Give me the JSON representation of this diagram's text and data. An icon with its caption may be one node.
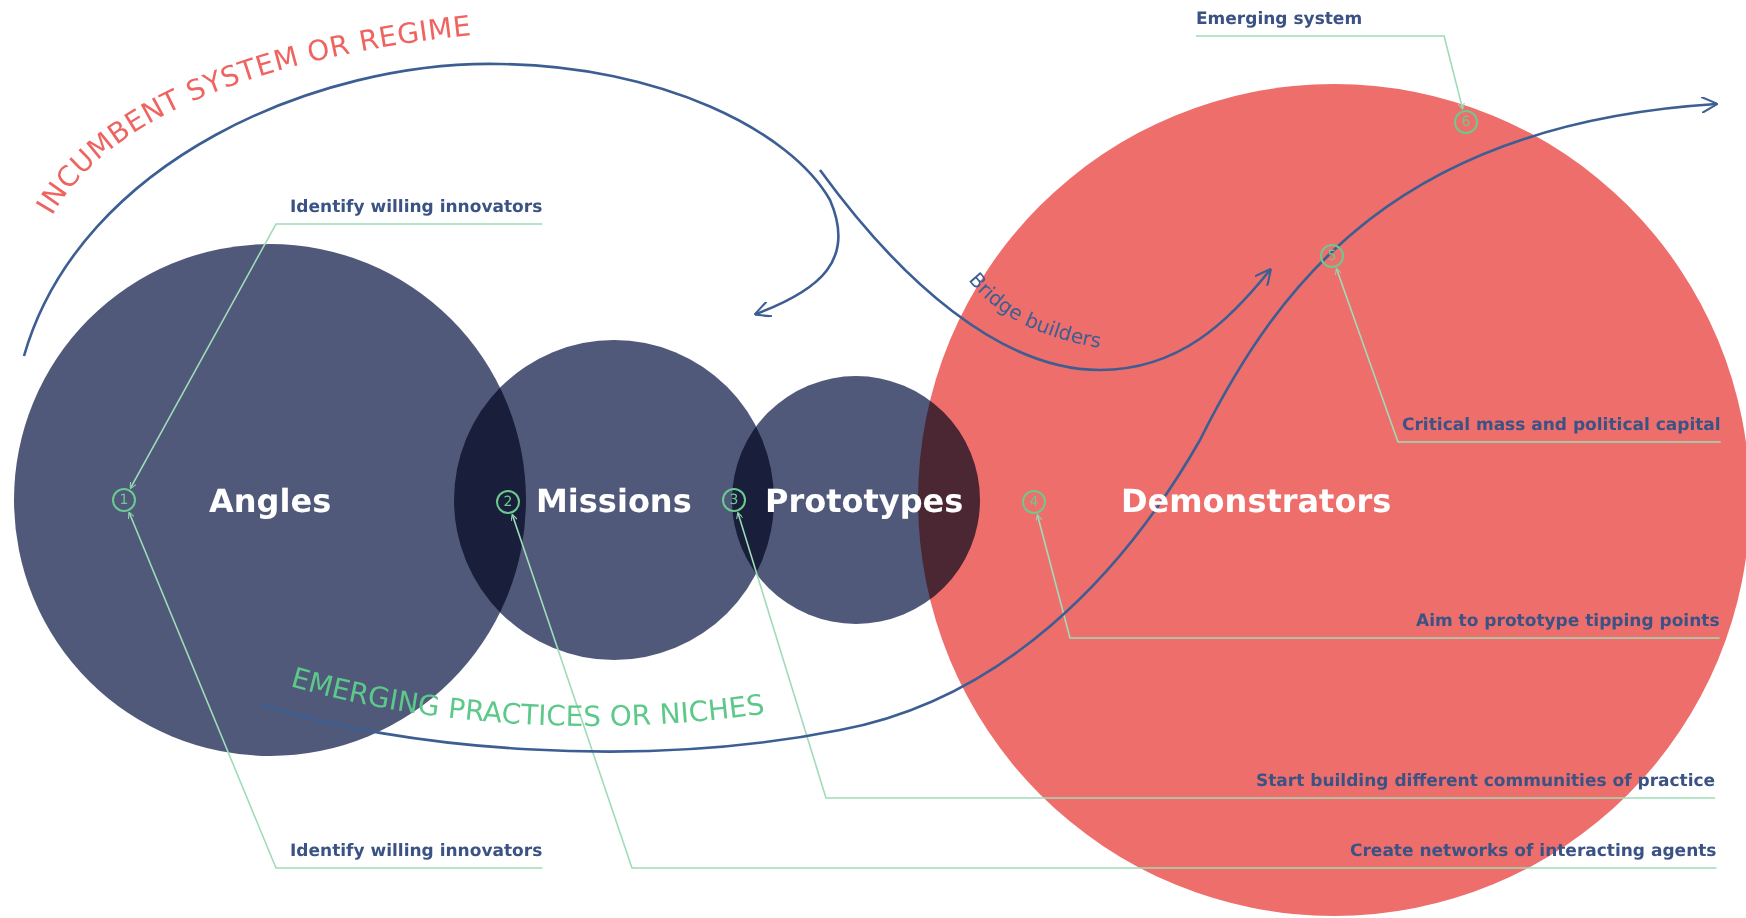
{
  "diagram": {
    "nodes": [
      {
        "text": [
          "Emerging system"
        ]
      },
      {
        "text": [
          "Identify willing innovators"
        ]
      },
      {
        "text": [
          "6"
        ],
        "in": 12
      },
      {
        "text": [
          "5"
        ],
        "in": 12
      },
      {
        "text": [
          "Critical mass and political capital"
        ],
        "in": 12
      },
      {
        "text": [
          "Angles"
        ]
      },
      {
        "text": [
          "1"
        ],
        "in": 5
      },
      {
        "text": [
          "Missions"
        ]
      },
      {
        "text": [
          "2"
        ]
      },
      {
        "text": [
          "3"
        ],
        "in": 7
      },
      {
        "text": [
          "Prototypes"
        ]
      },
      {
        "text": [
          "4"
        ],
        "in": 12
      },
      {
        "text": [
          "Demonstrators"
        ]
      },
      {
        "text": [
          "Aim to prototype tipping points"
        ],
        "in": 12
      },
      {
        "text": [
          "Start building different communities of practice"
        ],
        "in": 12
      },
      {
        "text": [
          "Identify willing innovators"
        ]
      },
      {
        "text": [
          "Create networks of interacting agents"
        ],
        "in": 12
      }
    ],
    "edges": [
      {
        "from": 0,
        "to": 2,
        "arrow": "to"
      },
      {
        "from": 1,
        "to": 6,
        "arrow": "to"
      },
      {
        "from": 4,
        "to": 3,
        "arrow": "to"
      },
      {
        "from": 13,
        "to": 11,
        "arrow": "to"
      },
      {
        "from": 14,
        "to": 9,
        "arrow": "to"
      },
      {
        "from": 15,
        "to": 6,
        "arrow": "to"
      },
      {
        "from": 16,
        "to": 8,
        "arrow": "to"
      }
    ],
    "labels": [
      "INCUMBENT SYSTEM OR REGIME",
      "Bridge builders",
      "EMERGING PRACTICES OR NICHES"
    ]
  }
}
